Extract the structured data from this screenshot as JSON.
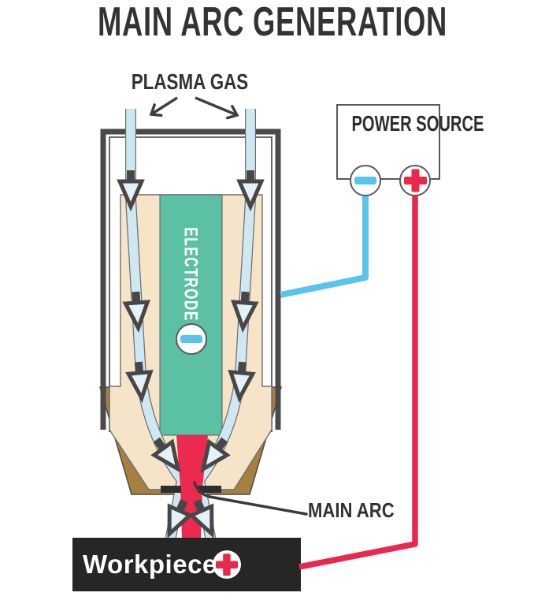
{
  "title": "MAIN ARC GENERATION",
  "torch": {
    "plasma_gas_label": "PLASMA GAS",
    "electrode_label": "ELECTRODE",
    "electrode_polarity": "negative",
    "main_arc_label": "MAIN ARC"
  },
  "power_source": {
    "label": "POWER SOURCE",
    "negative_terminal": "minus",
    "positive_terminal": "plus"
  },
  "workpiece": {
    "label": "Workpiece",
    "polarity": "plus"
  },
  "colors": {
    "wire_negative": "#58C4EE",
    "wire_positive": "#E8294B",
    "plasma_stream": "#EA2A4E",
    "electrode_fill": "#5CC0A4",
    "torch_body": "#F6E4C8",
    "nozzle_shell": "#A6803E",
    "casing": "#4A4A4A",
    "gas_tube": "#CFE7F3",
    "workpiece_bg": "#262626",
    "text_dark": "#323232"
  }
}
